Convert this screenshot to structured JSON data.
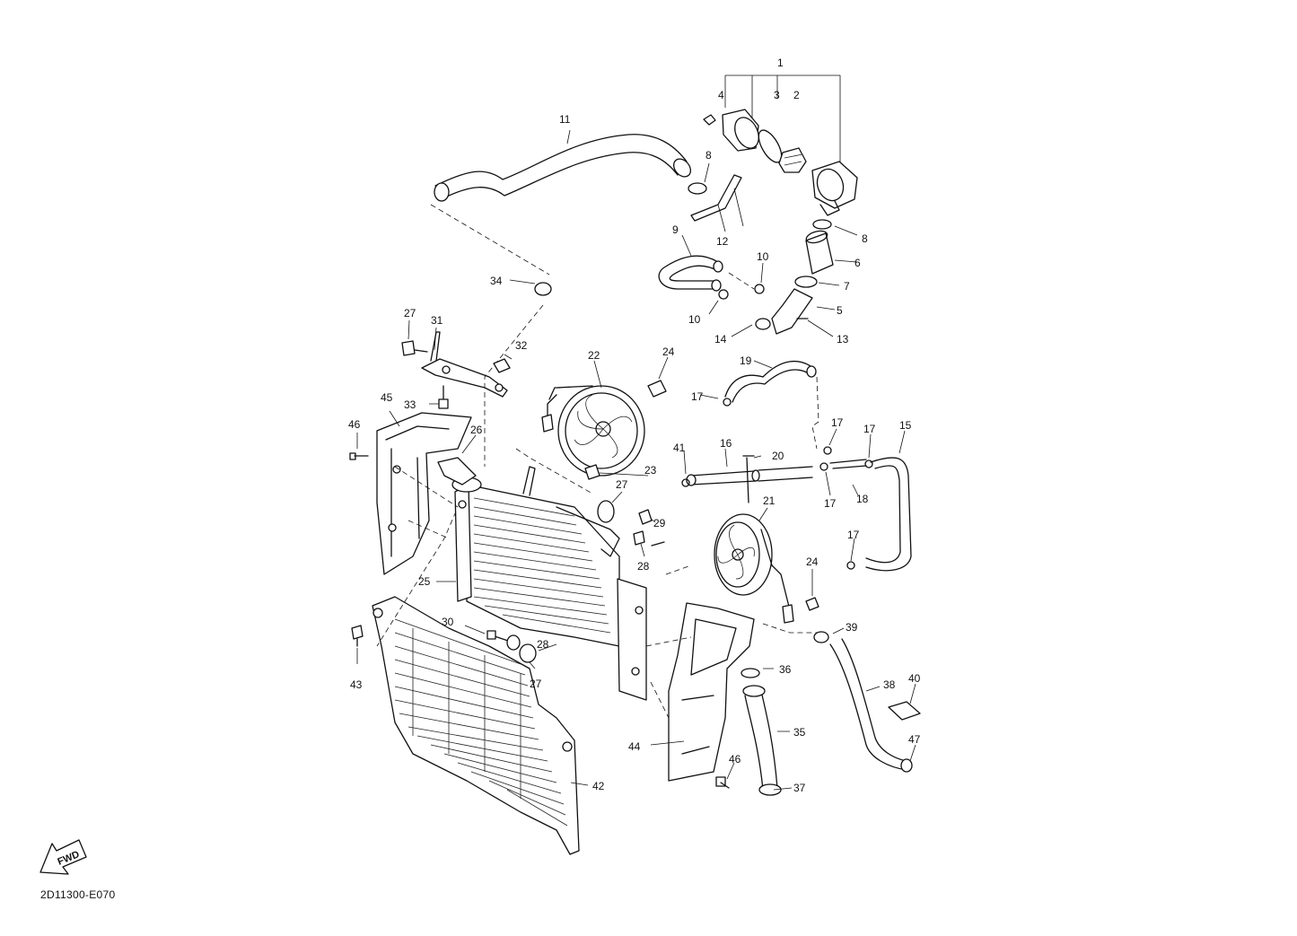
{
  "diagram": {
    "code": "2D11300-E070",
    "fwd_label": "FWD",
    "callouts": [
      "1",
      "2",
      "3",
      "4",
      "5",
      "6",
      "7",
      "8",
      "9",
      "10",
      "11",
      "12",
      "13",
      "14",
      "15",
      "16",
      "17",
      "18",
      "19",
      "20",
      "21",
      "22",
      "23",
      "24",
      "25",
      "26",
      "27",
      "28",
      "29",
      "30",
      "31",
      "32",
      "33",
      "34",
      "35",
      "36",
      "37",
      "38",
      "39",
      "40",
      "41",
      "42",
      "43",
      "44",
      "45",
      "46",
      "47"
    ]
  }
}
